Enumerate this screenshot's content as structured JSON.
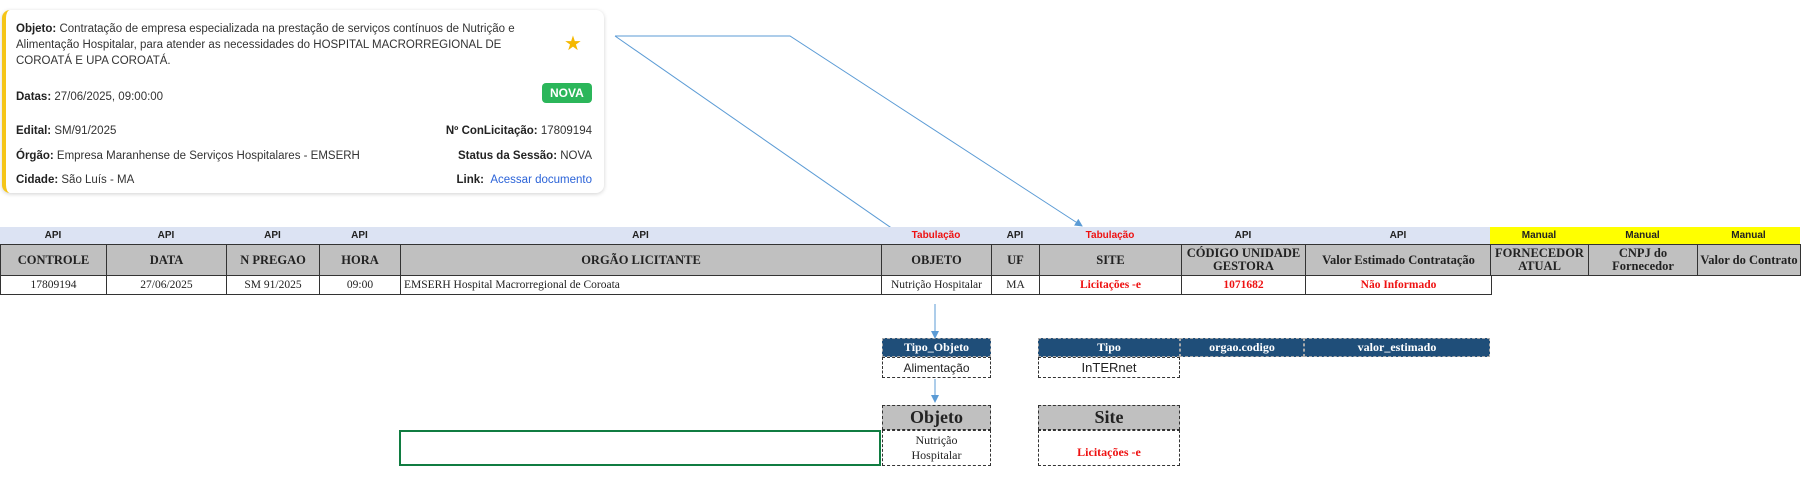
{
  "card": {
    "objeto_label": "Objeto:",
    "objeto_text": "Contratação de empresa especializada na prestação de serviços contínuos de Nutrição e Alimentação Hospitalar, para atender as necessidades do HOSPITAL MACRORREGIONAL DE COROATÁ E UPA COROATÁ.",
    "datas_label": "Datas:",
    "datas_value": "27/06/2025, 09:00:00",
    "status_badge": "NOVA",
    "edital_label": "Edital:",
    "edital_value": "SM/91/2025",
    "conlic_label": "Nº ConLicitação:",
    "conlic_value": "17809194",
    "orgao_label": "Órgão:",
    "orgao_value": "Empresa Maranhense de Serviços Hospitalares - EMSERH",
    "status_label": "Status da Sessão:",
    "status_value": "NOVA",
    "cidade_label": "Cidade:",
    "cidade_value": "São Luís - MA",
    "link_label": "Link:",
    "link_text": "Acessar documento"
  },
  "source_row": [
    "API",
    "API",
    "API",
    "API",
    "API",
    "Tabulação",
    "API",
    "Tabulação",
    "API",
    "API",
    "Manual",
    "Manual",
    "Manual"
  ],
  "headers": [
    "CONTROLE",
    "DATA",
    "N PREGAO",
    "HORA",
    "ORGÃO LICITANTE",
    "OBJETO",
    "UF",
    "SITE",
    "CÓDIGO UNIDADE GESTORA",
    "Valor Estimado Contratação",
    "FORNECEDOR ATUAL",
    "CNPJ do Fornecedor",
    "Valor do Contrato"
  ],
  "row": [
    "17809194",
    "27/06/2025",
    "SM 91/2025",
    "09:00",
    "EMSERH Hospital Macrorregional de Coroata",
    "Nutrição Hospitalar",
    "MA",
    "Licitações -e",
    "1071682",
    "Não Informado"
  ],
  "tipo_objeto": {
    "header": "Tipo_Objeto",
    "value": "Alimentação"
  },
  "aux_headers": [
    "Tipo",
    "orgao.codigo",
    "valor_estimado"
  ],
  "tipo_value": "InTERnet",
  "objeto_box": {
    "title": "Objeto",
    "value": "Nutrição Hospitalar"
  },
  "site_box": {
    "title": "Site",
    "value": "Licitações -e"
  }
}
